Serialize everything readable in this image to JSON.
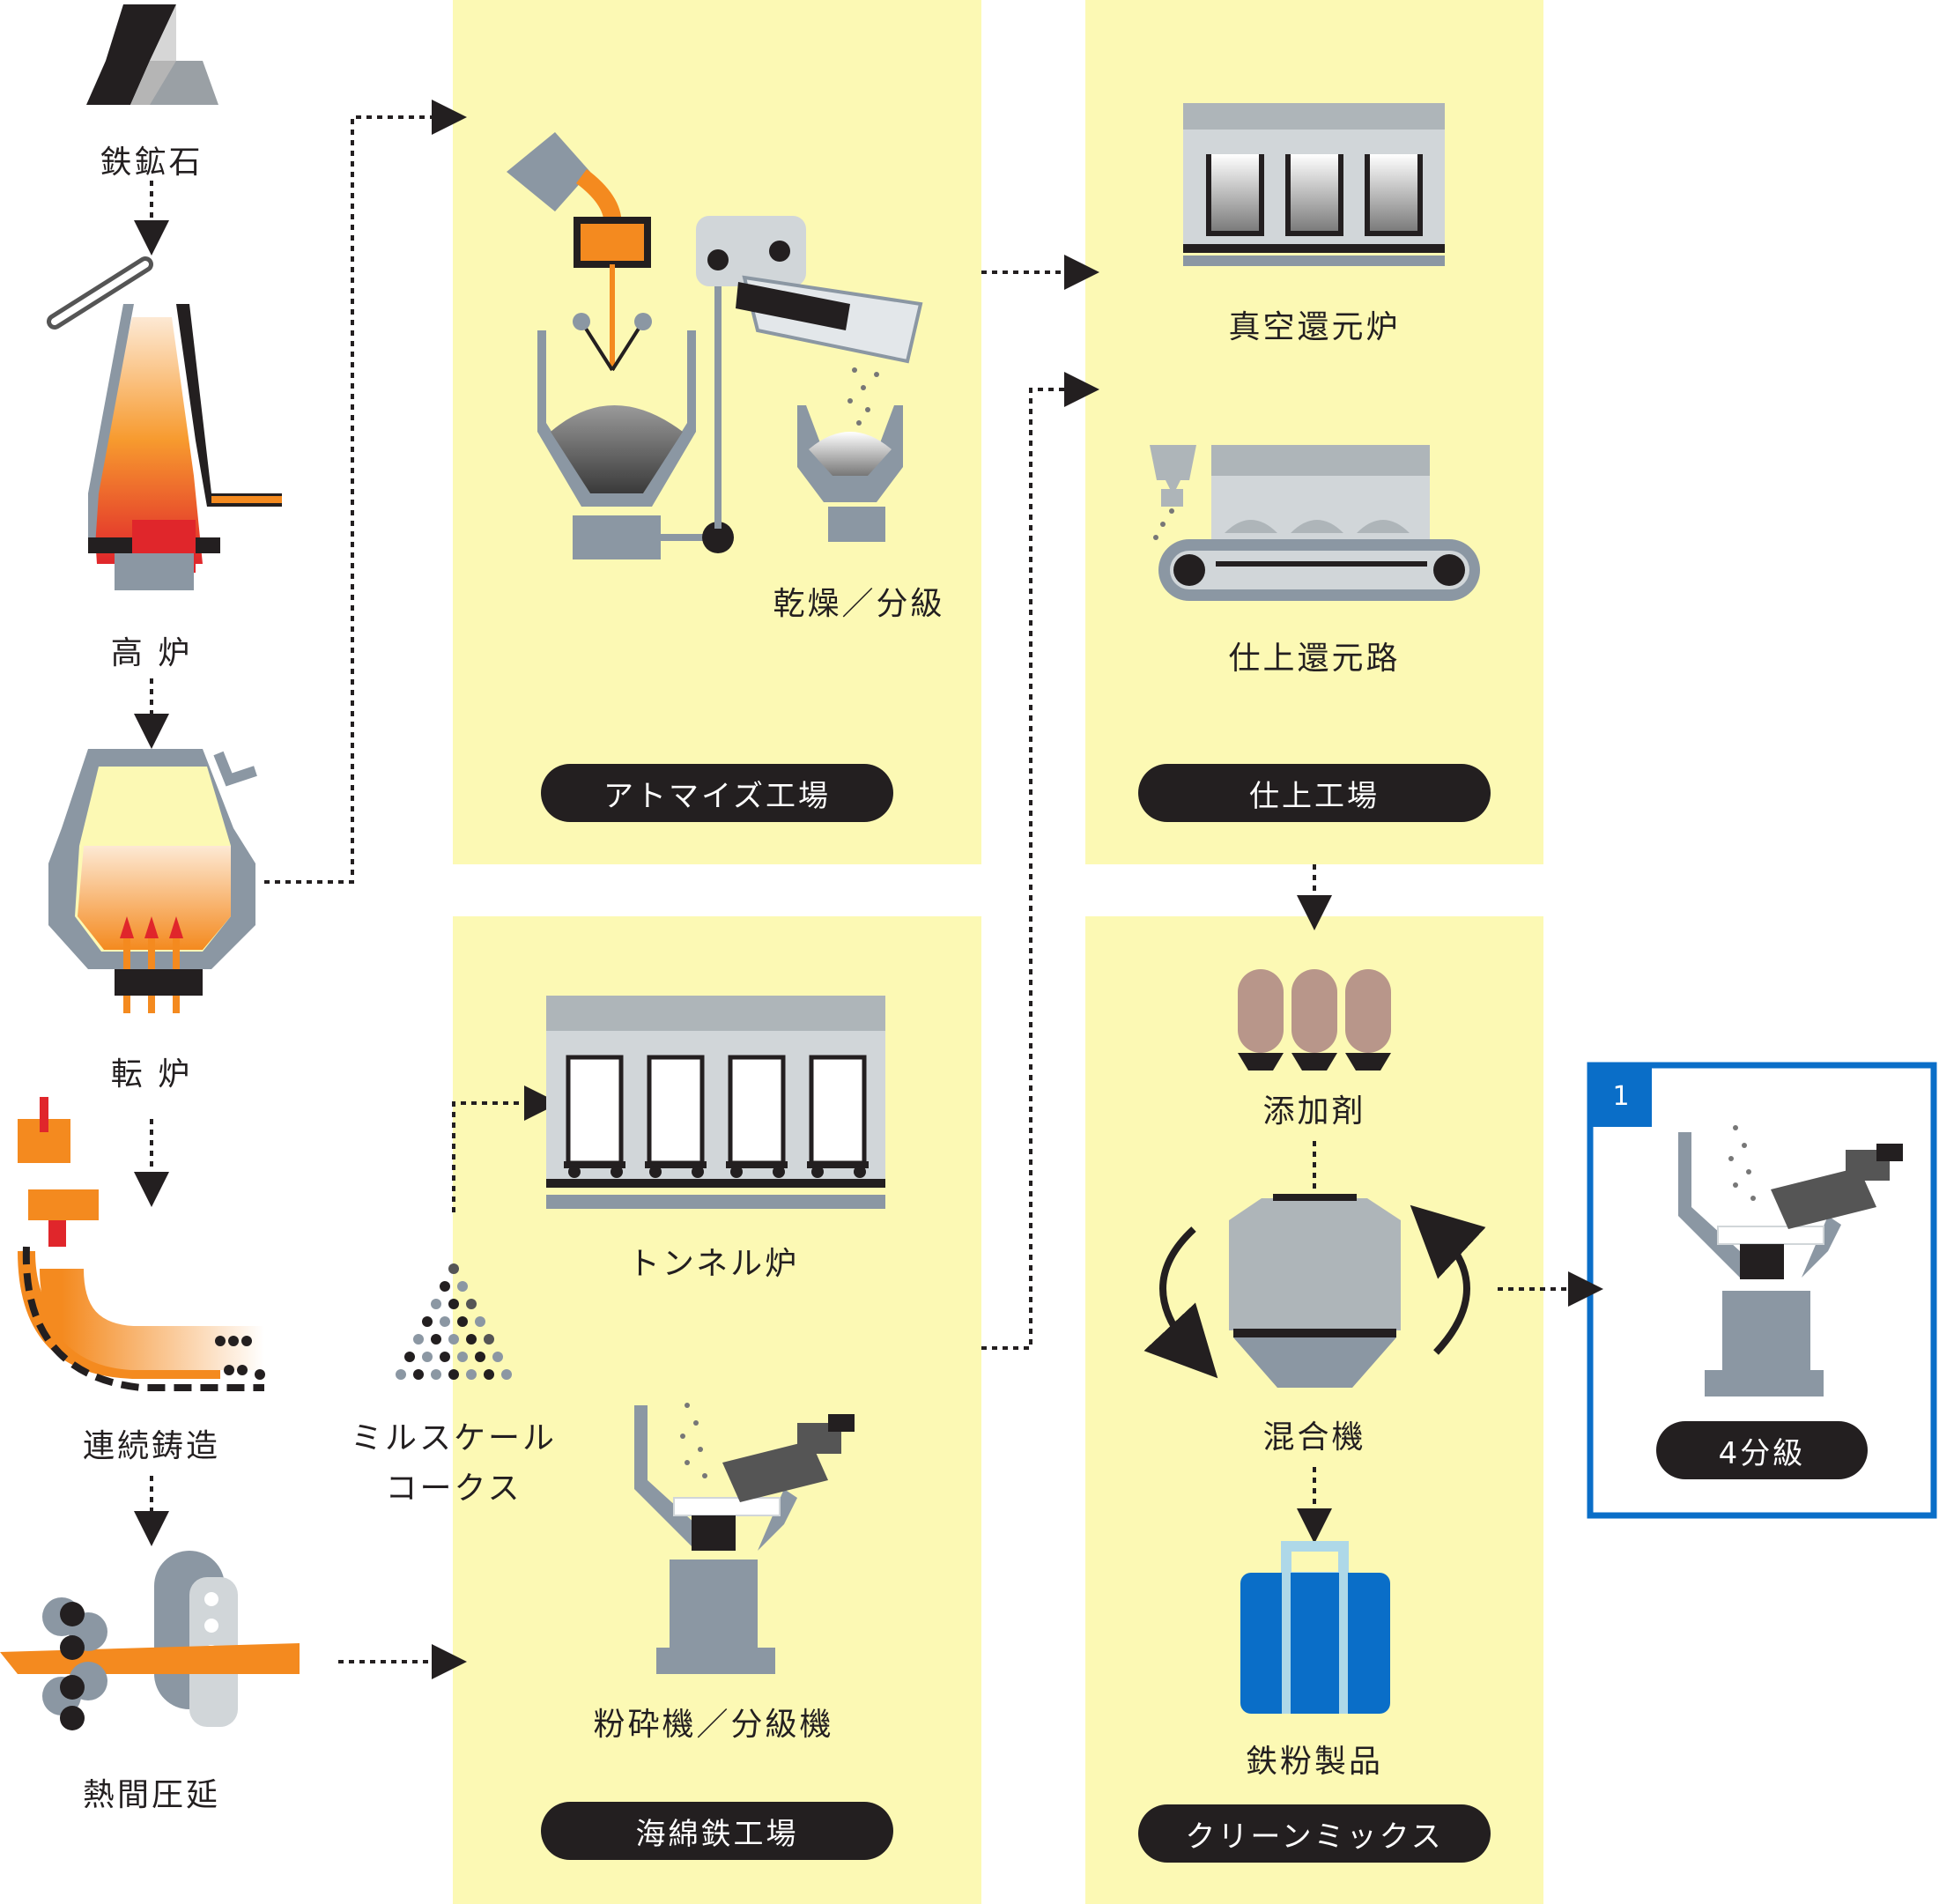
{
  "colors": {
    "panel": "#fcf9b4",
    "ink": "#231f20",
    "gray": "#8b97a3",
    "orange": "#f48a1f",
    "red": "#e0262b",
    "blue": "#0a6ec8",
    "taupe": "#b8968a"
  },
  "left": {
    "iron_ore": "鉄鉱石",
    "blast_furnace": "高 炉",
    "converter": "転 炉",
    "continuous_casting": "連続鋳造",
    "hot_rolling": "熱間圧延",
    "mill_scale_line1": "ミルスケール",
    "mill_scale_line2": "コークス"
  },
  "atomize": {
    "drying": "乾燥／分級",
    "plant": "アトマイズ工場"
  },
  "sponge": {
    "tunnel_kiln": "トンネル炉",
    "crusher": "粉砕機／分級機",
    "plant": "海綿鉄工場"
  },
  "finishing": {
    "vacuum": "真空還元炉",
    "reduction": "仕上還元路",
    "plant": "仕上工場"
  },
  "clean": {
    "additives": "添加剤",
    "mixer": "混合機",
    "products": "鉄粉製品",
    "plant": "クリーンミックス"
  },
  "highlight": {
    "number": "1",
    "label": "4分級"
  }
}
